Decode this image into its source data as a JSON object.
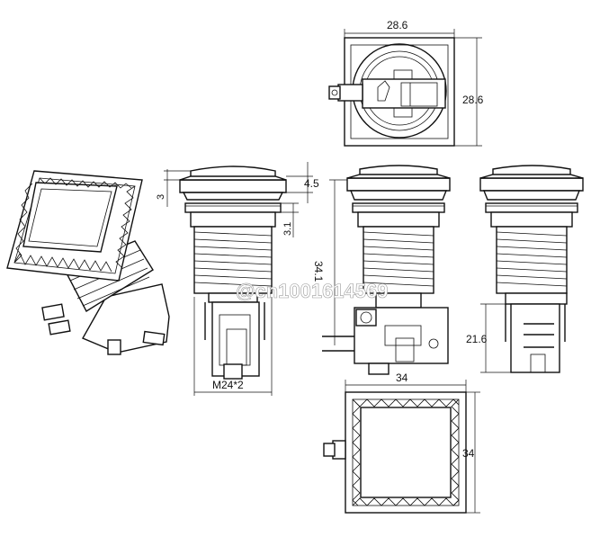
{
  "dimensions": {
    "top_width": "28.6",
    "top_height": "28.6",
    "cap_height": "3",
    "bezel_height": "4.5",
    "flange_height": "3.1",
    "body_length": "34.1",
    "thread": "M24*2",
    "switch_height": "21.6",
    "bottom_width": "34",
    "bottom_height": "34"
  },
  "watermark": "@cn1001614569",
  "colors": {
    "line": "#111111",
    "background": "#ffffff"
  }
}
